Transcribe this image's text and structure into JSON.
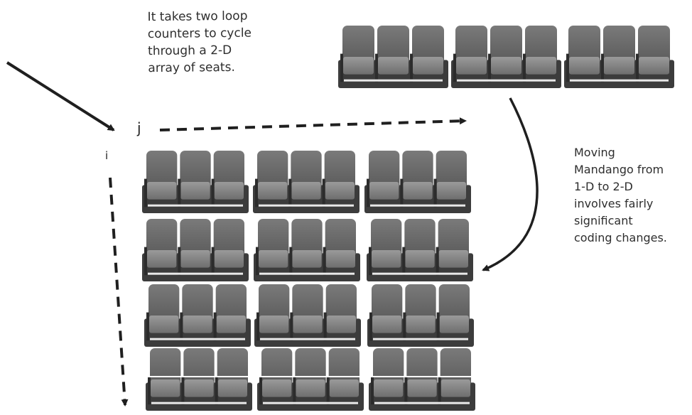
{
  "annotations": {
    "loop_counters_note": "It takes two loop\ncounters to cycle\nthrough a 2-D\narray of seats.",
    "mandango_note": "Moving\nMandango from\n1-D to 2-D\ninvolves fairly\nsignificant\ncoding changes."
  },
  "loop_labels": {
    "j": "j",
    "i": "i"
  },
  "seating": {
    "one_d_row": {
      "sections": 3,
      "seats_per_section": 3
    },
    "two_d_grid": {
      "rows": 4,
      "sections_per_row": 3,
      "seats_per_section": 3
    }
  },
  "colors": {
    "seat_back": "#6b6b6b",
    "seat_cushion": "#8a8a8a",
    "frame": "#3c3c3c",
    "ink": "#1f1f1f"
  }
}
